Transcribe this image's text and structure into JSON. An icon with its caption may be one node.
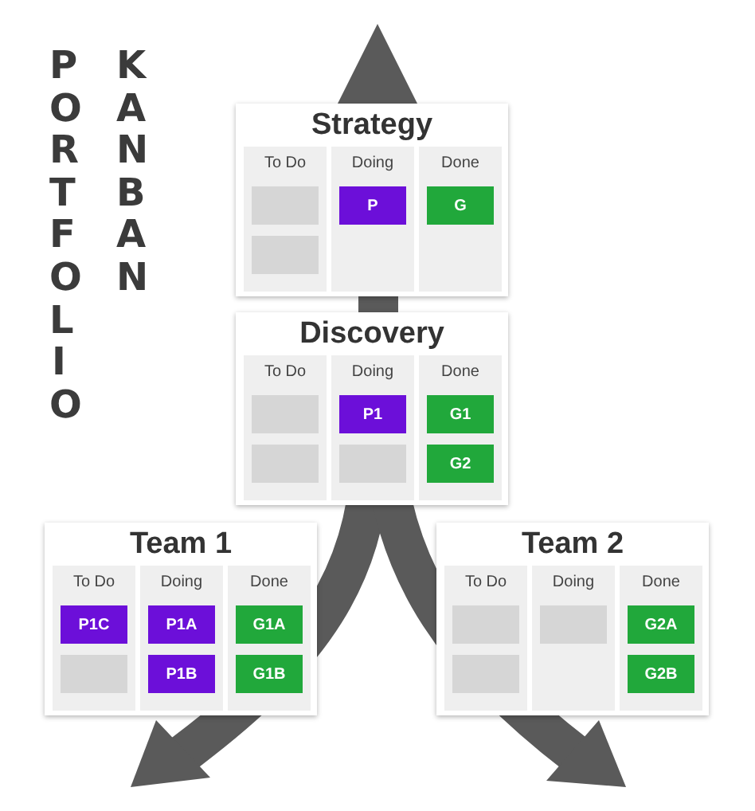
{
  "diagram": {
    "nodes": [
      {
        "text": [
          "Strategy"
        ]
      },
      {
        "text": [
          "To Do"
        ],
        "in": 0
      },
      {
        "text": [],
        "shape": "box",
        "in": 1
      },
      {
        "text": [],
        "shape": "box",
        "in": 1
      },
      {
        "text": [
          "Doing"
        ],
        "in": 0
      },
      {
        "text": [
          "P"
        ],
        "in": 4
      },
      {
        "text": [
          "Done"
        ],
        "in": 0
      },
      {
        "text": [
          "G"
        ],
        "in": 6
      },
      {
        "text": [
          "Discovery"
        ]
      },
      {
        "text": [
          "To Do"
        ],
        "in": 8
      },
      {
        "text": [],
        "shape": "box",
        "in": 9
      },
      {
        "text": [],
        "shape": "box",
        "in": 9
      },
      {
        "text": [
          "Doing"
        ],
        "in": 8
      },
      {
        "text": [
          "P1"
        ],
        "in": 12
      },
      {
        "text": [],
        "shape": "box",
        "in": 12
      },
      {
        "text": [
          "Done"
        ],
        "in": 8
      },
      {
        "text": [
          "G1"
        ],
        "in": 15
      },
      {
        "text": [
          "G2"
        ],
        "in": 15
      },
      {
        "text": [
          "Team 1"
        ]
      },
      {
        "text": [
          "To Do"
        ],
        "in": 18
      },
      {
        "text": [
          "P1C"
        ],
        "in": 19
      },
      {
        "text": [],
        "shape": "box",
        "in": 19
      },
      {
        "text": [
          "Doing"
        ],
        "in": 18
      },
      {
        "text": [
          "P1A"
        ],
        "in": 22
      },
      {
        "text": [
          "P1B"
        ],
        "in": 22
      },
      {
        "text": [
          "Done"
        ],
        "in": 18
      },
      {
        "text": [
          "G1A"
        ],
        "in": 25
      },
      {
        "text": [
          "G1B"
        ],
        "in": 25
      },
      {
        "text": [
          "Team 2"
        ]
      },
      {
        "text": [
          "To Do"
        ],
        "in": 28
      },
      {
        "text": [],
        "shape": "box",
        "in": 29
      },
      {
        "text": [],
        "shape": "box",
        "in": 29
      },
      {
        "text": [
          "Doing"
        ],
        "in": 28
      },
      {
        "text": [],
        "shape": "box",
        "in": 32
      },
      {
        "text": [
          "Done"
        ],
        "in": 28
      },
      {
        "text": [
          "G2A"
        ],
        "in": 34
      },
      {
        "text": [
          "G2B"
        ],
        "in": 34
      }
    ],
    "labels": [
      "PORTFOLIO",
      "KANBAN"
    ]
  }
}
